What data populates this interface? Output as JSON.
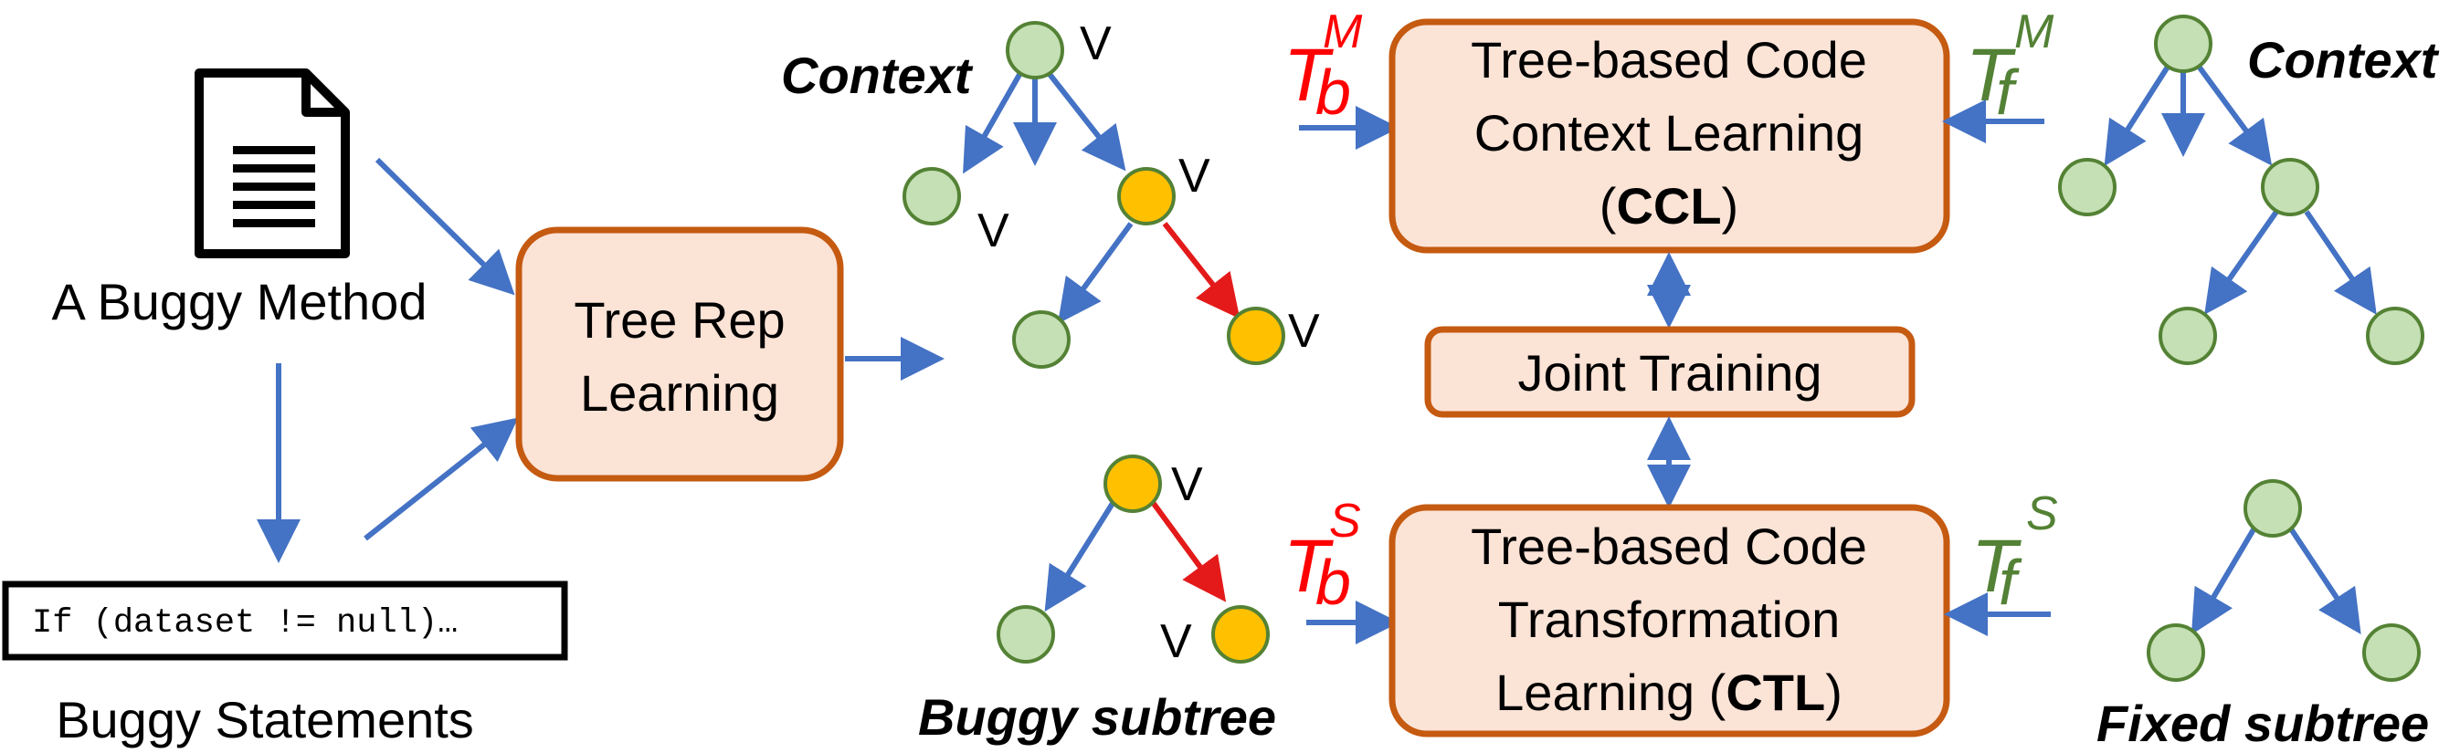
{
  "left": {
    "buggy_method_label": "A Buggy Method",
    "code_snippet": "If (dataset != null)…",
    "buggy_statements_label": "Buggy Statements"
  },
  "tree_rep": {
    "line1": "Tree Rep",
    "line2": "Learning"
  },
  "context_left_label": "Context",
  "context_right_label": "Context",
  "buggy_subtree_label": "Buggy subtree",
  "fixed_subtree_label": "Fixed subtree",
  "node_label": "V",
  "ccl": {
    "line1": "Tree-based Code",
    "line2": "Context Learning",
    "line3_prefix": "(",
    "abbr": "CCL",
    "line3_suffix": ")"
  },
  "joint_training": "Joint Training",
  "ctl": {
    "line1": "Tree-based Code",
    "line2": "Transformation",
    "line3_prefix": "Learning (",
    "abbr": "CTL",
    "line3_suffix": ")"
  },
  "symbols": {
    "t": "T",
    "sub_b": "b",
    "sub_f": "f",
    "sup_m": "M",
    "sup_s": "S"
  },
  "colors": {
    "box_fill": "#fbe3d6",
    "box_border": "#c55a11",
    "arrow_blue": "#4472c4",
    "arrow_red": "#e41a1a",
    "node_green": "#c5e0b4",
    "node_yellow": "#ffc000",
    "text_red": "#ff0000",
    "text_green": "#538135"
  },
  "icons": [
    "document-icon"
  ]
}
